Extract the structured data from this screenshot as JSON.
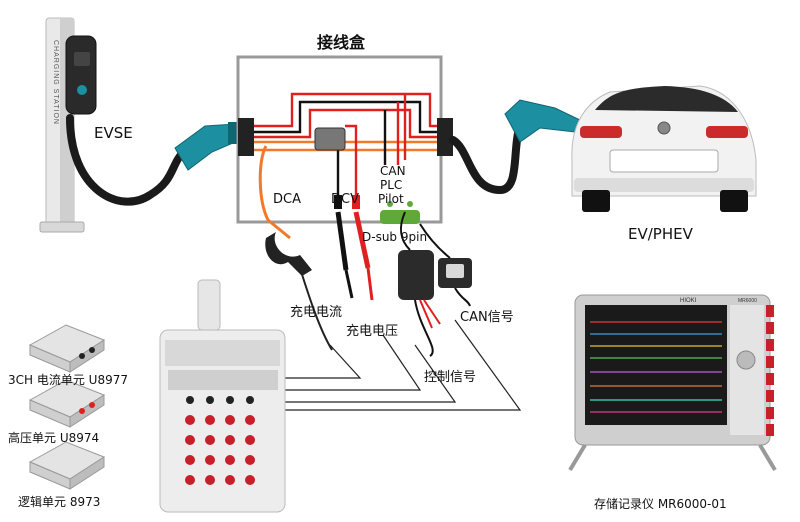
{
  "title": "接线盒",
  "labels": {
    "evse": "EVSE",
    "ev_phev": "EV/PHEV",
    "dca": "DCA",
    "dcv": "DCV",
    "can": "CAN",
    "plc": "PLC",
    "pilot": "Pilot",
    "dsub": "D-sub 9pin",
    "charge_current": "充电电流",
    "charge_voltage": "充电电压",
    "control_signal": "控制信号",
    "can_signal": "CAN信号",
    "unit_3ch": "3CH 电流单元 U8977",
    "unit_hv": "高压单元 U8974",
    "unit_logic": "逻辑单元 8973",
    "recorder": "存储记录仪  MR6000-01",
    "station_text": "CHARGING STATION",
    "hioki_logo": "HIOKI",
    "mr_model": "MR6000"
  },
  "colors": {
    "orange": "#f07a2a",
    "red": "#e02020",
    "black": "#111111",
    "teal": "#1c8fa0",
    "green": "#5fa83a",
    "box_border": "#999999"
  }
}
